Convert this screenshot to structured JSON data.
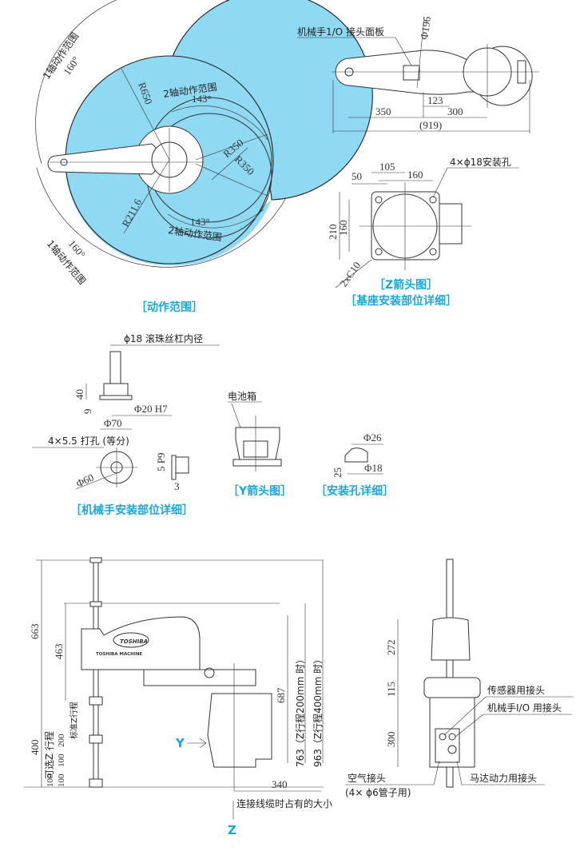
{
  "colors": {
    "caption": "#1aa6d9",
    "workzone": "#8fd9f3",
    "line": "#333333"
  },
  "motion_range": {
    "caption": "［动作范围］",
    "axis1_label": "1轴动作范围",
    "axis1_angle": "160°",
    "axis2_label": "2轴动作范围",
    "axis2_angle": "143°",
    "r_outer": "R650",
    "r_inner": "R211.6",
    "r_arm1": "R350",
    "r_arm2": "R350"
  },
  "top_view": {
    "io_panel_label": "机械手1/O 接头面板",
    "diameter": "Φ196",
    "dim_123": "123",
    "dim_350": "350",
    "dim_300": "300",
    "dim_total": "(919)"
  },
  "base_detail": {
    "caption_line1": "［Z箭头图］",
    "caption_line2": "［基座安装部位详细］",
    "holes": "4×ϕ18安装孔",
    "dim_105": "105",
    "dim_50": "50",
    "dim_160_h": "160",
    "dim_210": "210",
    "dim_160_v": "160",
    "chamfer": "2xC10"
  },
  "hand_detail": {
    "caption": "［机械手安装部位详细］",
    "screw_label": "ϕ18 滚珠丝杠内径",
    "dim_40": "40",
    "dim_9": "9",
    "bore": "Φ20 H7",
    "flange": "Φ70",
    "tapped": "4×5.5 打孔 (等分)",
    "pcd": "Φ60",
    "pin": "5 P9",
    "dim_3": "3"
  },
  "y_view": {
    "caption": "［Y箭头图］",
    "battery": "电池箱"
  },
  "hole_detail": {
    "caption": "［安装孔详细］",
    "d26": "Φ26",
    "d18": "Φ18",
    "depth": "25"
  },
  "side_view": {
    "dim_663": "663",
    "dim_463": "463",
    "dim_400": "400",
    "optional_stroke": "可选Z 行程",
    "standard_stroke": "标准Z行程",
    "dim_200": "200",
    "dim_100a": "100",
    "dim_100b": "100",
    "dim_100c": "100",
    "dim_687": "687",
    "dim_763": "763（Z行程200mm 时）",
    "dim_963": "963（Z行程400mm 时）",
    "dim_340": "340",
    "cable_note": "连接线缆时占有的大小",
    "arrow_y": "Y",
    "arrow_z": "Z",
    "logo": "TOSHIBA",
    "brand": "TOSHIBA MACHINE"
  },
  "front_view": {
    "dim_272": "272",
    "dim_115": "115",
    "dim_300": "300",
    "sensor_conn": "传感器用接头",
    "hand_io_conn": "机械手I/O 用接头",
    "air_conn": "空气接头",
    "air_spec": "(4× ϕ6管子用)",
    "motor_conn": "马达动力用接头"
  }
}
